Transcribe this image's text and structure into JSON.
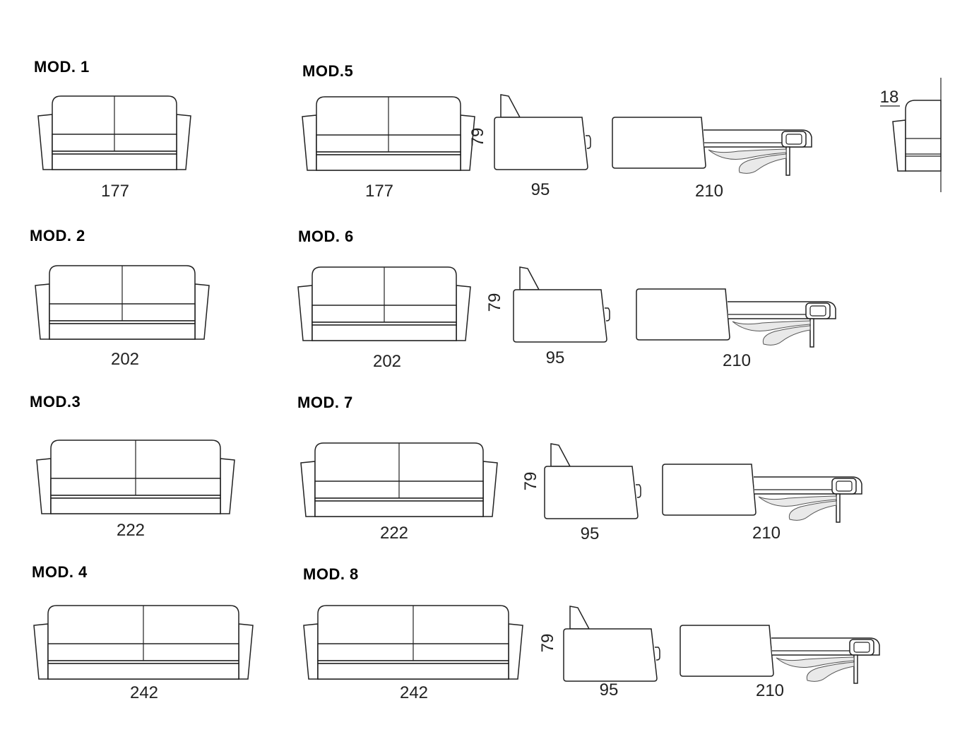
{
  "models": [
    {
      "label": "MOD. 1",
      "width": "177"
    },
    {
      "label": "MOD. 2",
      "width": "202"
    },
    {
      "label": "MOD.3",
      "width": "222"
    },
    {
      "label": "MOD. 4",
      "width": "242"
    },
    {
      "label": "MOD.5",
      "width": "177",
      "depth": "95",
      "height": "79",
      "open_length": "210"
    },
    {
      "label": "MOD. 6",
      "width": "202",
      "depth": "95",
      "height": "79",
      "open_length": "210"
    },
    {
      "label": "MOD. 7",
      "width": "222",
      "depth": "95",
      "height": "79",
      "open_length": "210"
    },
    {
      "label": "MOD. 8",
      "width": "242",
      "depth": "95",
      "height": "79",
      "open_length": "210"
    }
  ],
  "arm_detail": {
    "value": "18"
  }
}
